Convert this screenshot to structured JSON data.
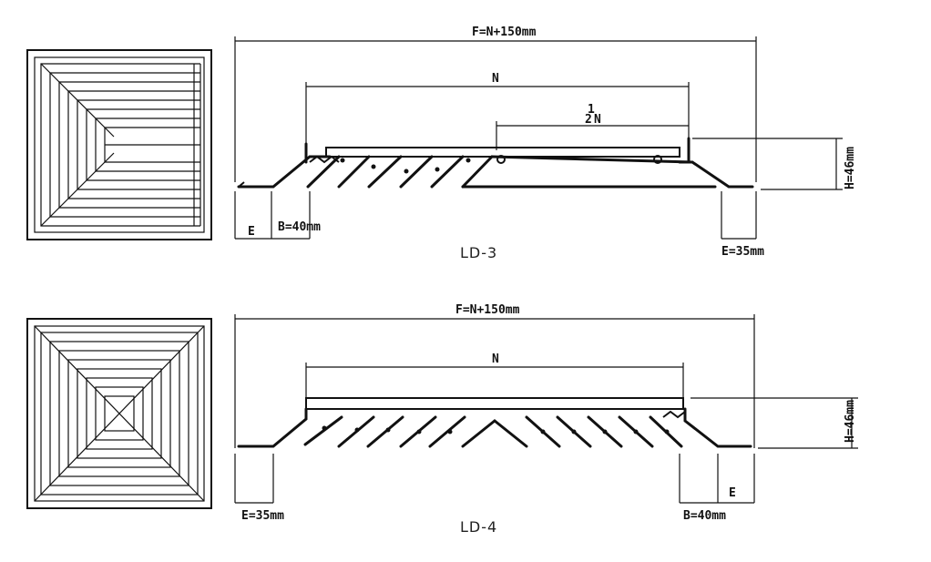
{
  "diagrams": [
    {
      "model": "LD-3",
      "dim_total": "F=N+150mm",
      "dim_neck": "N",
      "dim_half_num": "1",
      "dim_half_den": "2",
      "dim_half_var": "N",
      "dim_height": "H=46mm",
      "dim_edge_left": "E",
      "dim_border": "B=40mm",
      "dim_edge_right": "E=35mm"
    },
    {
      "model": "LD-4",
      "dim_total": "F=N+150mm",
      "dim_neck": "N",
      "dim_height": "H=46mm",
      "dim_edge_left": "E=35mm",
      "dim_border": "B=40mm",
      "dim_edge_right": "E"
    }
  ]
}
